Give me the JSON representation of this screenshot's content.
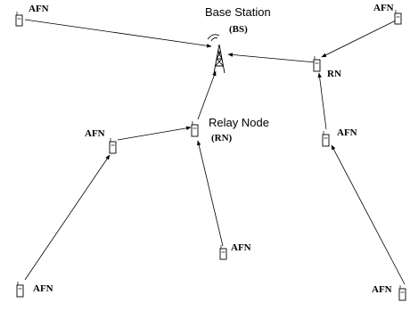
{
  "diagram": {
    "base_station": {
      "title": "Base Station",
      "abbr": "(BS)"
    },
    "relay_node_center": {
      "title": "Relay Node",
      "abbr": "(RN)"
    },
    "relay_node_right": {
      "label": "RN"
    },
    "afn_label": "AFN",
    "nodes": [
      {
        "id": "afn-top-left",
        "label": "AFN"
      },
      {
        "id": "afn-top-right",
        "label": "AFN"
      },
      {
        "id": "afn-mid-left",
        "label": "AFN"
      },
      {
        "id": "afn-mid-right",
        "label": "AFN"
      },
      {
        "id": "afn-center-bottom",
        "label": "AFN"
      },
      {
        "id": "afn-bottom-left",
        "label": "AFN"
      },
      {
        "id": "afn-bottom-right",
        "label": "AFN"
      }
    ],
    "links": [
      {
        "from": "afn-top-left",
        "to": "base-station"
      },
      {
        "from": "afn-top-right",
        "to": "rn-right"
      },
      {
        "from": "rn-right",
        "to": "base-station"
      },
      {
        "from": "rn-center",
        "to": "base-station"
      },
      {
        "from": "afn-mid-left",
        "to": "rn-center"
      },
      {
        "from": "afn-center-bottom",
        "to": "rn-center"
      },
      {
        "from": "afn-bottom-left",
        "to": "afn-mid-left"
      },
      {
        "from": "afn-mid-right",
        "to": "rn-right"
      },
      {
        "from": "afn-bottom-right",
        "to": "afn-mid-right"
      }
    ],
    "icons": {
      "device": "mobile-device-icon",
      "tower": "base-station-tower-icon"
    }
  }
}
